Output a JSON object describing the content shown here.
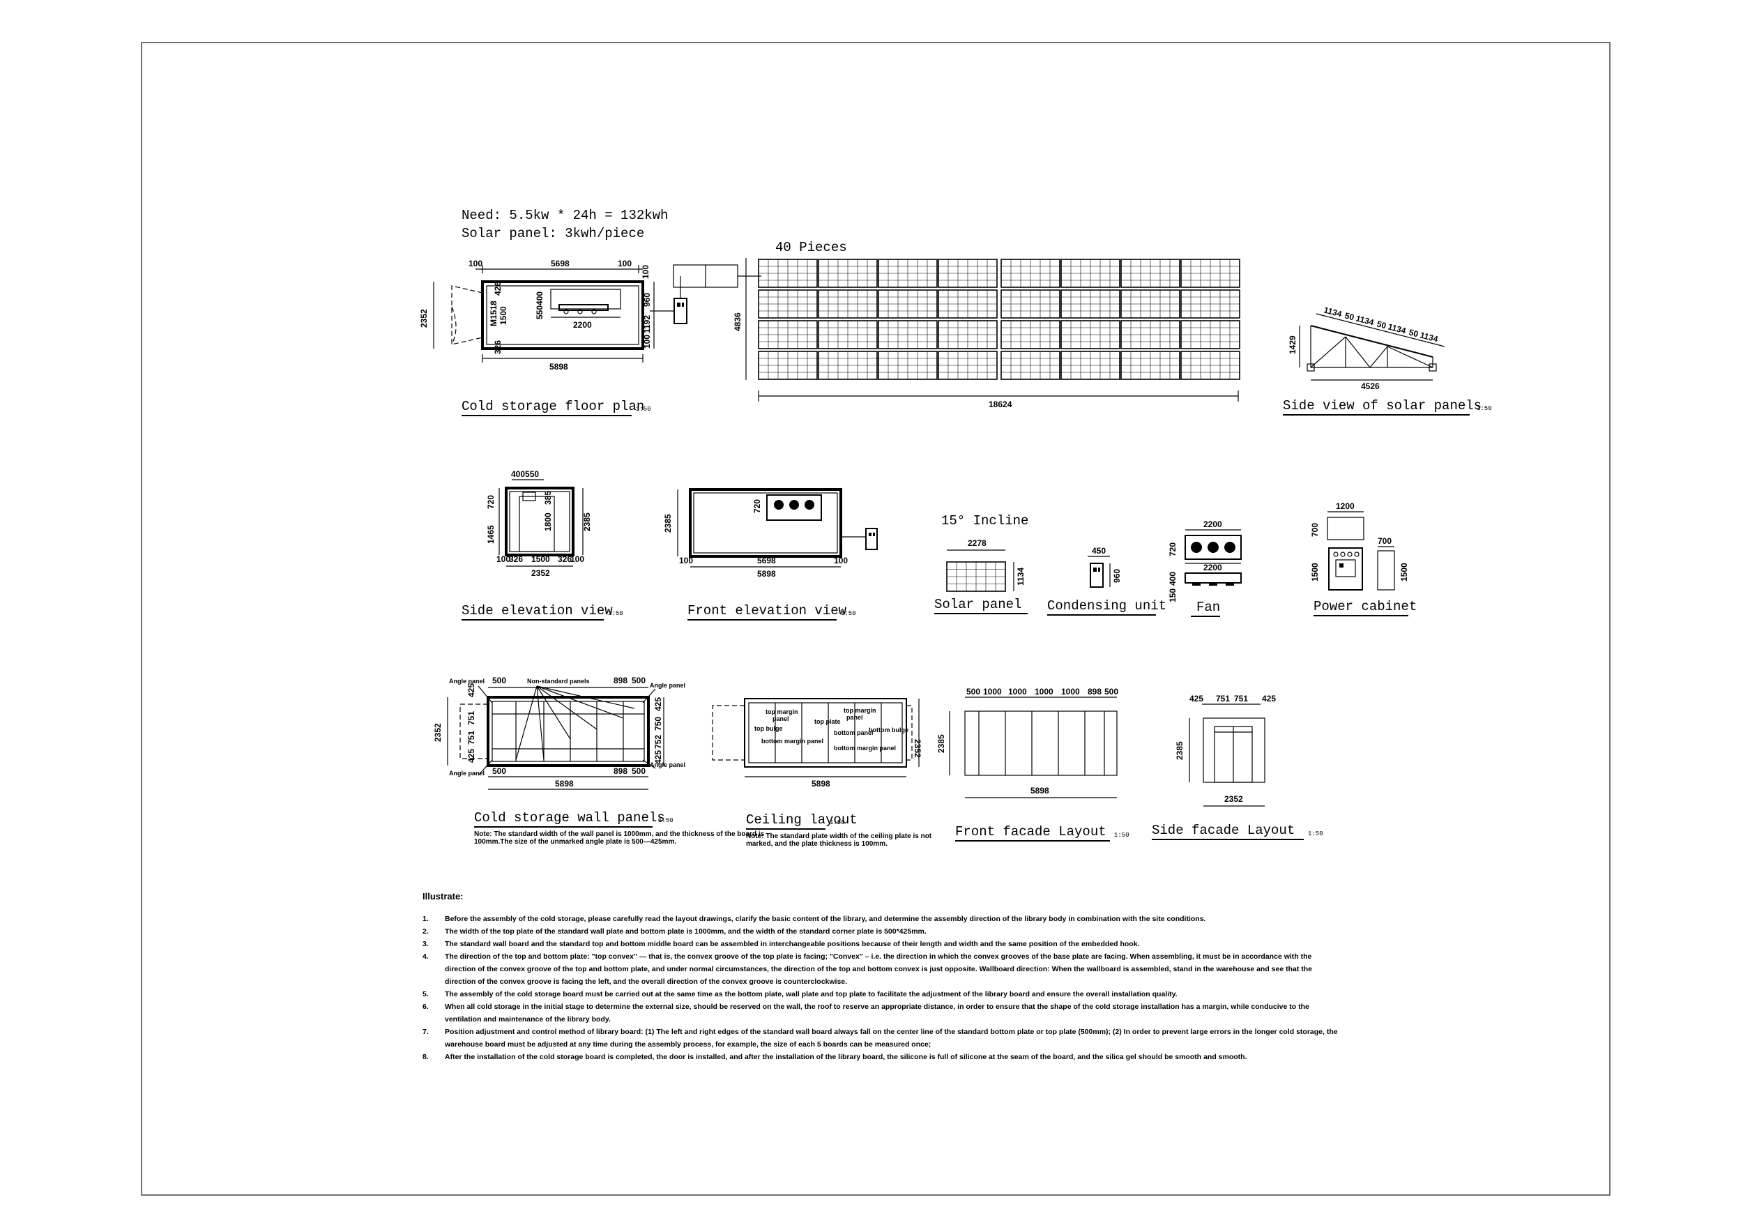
{
  "needs": {
    "line1": "Need: 5.5kw * 24h = 132kwh",
    "line2": "Solar panel: 3kwh/piece"
  },
  "pieces_label": "40 Pieces",
  "incline_label": "15° Incline",
  "scale": "1:50",
  "titles": {
    "floor_plan": "Cold storage floor plan",
    "side_solar": "Side view of solar panels",
    "side_elev": "Side elevation view",
    "front_elev": "Front elevation view",
    "solar_panel": "Solar panel",
    "condensing": "Condensing unit",
    "fan": "Fan",
    "power_cabinet": "Power cabinet",
    "wall_panels": "Cold storage wall panels",
    "ceiling": "Ceiling layout",
    "front_facade": "Front facade Layout",
    "side_facade": "Side facade Layout"
  },
  "dims": {
    "fp_100a": "100",
    "fp_5698": "5698",
    "fp_100b": "100",
    "fp_100c": "100",
    "fp_2352": "2352",
    "fp_960": "960",
    "fp_1192": "1192",
    "fp_100d": "100",
    "fp_5898": "5898",
    "fp_2200": "2200",
    "fp_550": "550400",
    "fp_m1518": "M1518",
    "fp_1500": "1500",
    "fp_426": "426",
    "fp_326": "326",
    "sol_4836": "4836",
    "sol_18624": "18624",
    "sv_1134a": "1134",
    "sv_50a": "50",
    "sv_1134b": "1134",
    "sv_50b": "50",
    "sv_1134c": "1134",
    "sv_50c": "50",
    "sv_1134d": "1134",
    "sv_1429": "1429",
    "sv_4526": "4526",
    "se_400550": "400550",
    "se_720": "720",
    "se_1465": "1465",
    "se_1800": "1800",
    "se_2385": "2385",
    "se_100a": "100",
    "se_326a": "326",
    "se_1500": "1500",
    "se_326b": "326",
    "se_100b": "100",
    "se_2352": "2352",
    "se_385": "385",
    "fe_2385": "2385",
    "fe_720": "720",
    "fe_100a": "100",
    "fe_5698": "5698",
    "fe_100b": "100",
    "fe_5898": "5898",
    "sp_2278": "2278",
    "sp_1134": "1134",
    "cu_450": "450",
    "cu_960": "960",
    "fan_2200a": "2200",
    "fan_720": "720",
    "fan_2200b": "2200",
    "fan_400": "400",
    "fan_150": "150",
    "pc_1200": "1200",
    "pc_700a": "700",
    "pc_700b": "700",
    "pc_1500a": "1500",
    "pc_1500b": "1500",
    "wp_500a": "500",
    "wp_898a": "898",
    "wp_500b": "500",
    "wp_425a": "425",
    "wp_750": "750",
    "wp_752": "752",
    "wp_425b": "425",
    "wp_2352": "2352",
    "wp_751a": "751",
    "wp_751b": "751",
    "wp_425c": "425",
    "wp_425d": "425",
    "wp_500c": "500",
    "wp_898b": "898",
    "wp_500d": "500",
    "wp_5898": "5898",
    "cl_5898": "5898",
    "cl_2352": "2352",
    "ff_500a": "500",
    "ff_1000a": "1000",
    "ff_1000b": "1000",
    "ff_1000c": "1000",
    "ff_1000d": "1000",
    "ff_898": "898",
    "ff_500b": "500",
    "ff_2385": "2385",
    "ff_5898": "5898",
    "sf_425a": "425",
    "sf_751a": "751",
    "sf_751b": "751",
    "sf_425b": "425",
    "sf_2385": "2385",
    "sf_2352": "2352"
  },
  "wall_labels": {
    "angle_tl": "Angle panel",
    "nonstd": "Non-standard panels",
    "angle_tr": "Angle panel",
    "angle_bl": "Angle panel",
    "angle_br": "Angle panel"
  },
  "ceiling_labels": {
    "top_margin_1": "top margin panel",
    "top_bulge": "top bulge",
    "top_plate": "top plate",
    "top_margin_2": "top margin panel",
    "bottom_panel": "bottom panel",
    "bottom_bulge": "bottom bulge",
    "bottom_margin_1": "bottom margin panel",
    "bottom_margin_2": "bottom margin panel"
  },
  "notes": {
    "wall": "Note: The standard width of the wall panel is 1000mm, and the thickness of the board is 100mm.The size of the unmarked angle plate is 500—425mm.",
    "ceiling": "Note: The standard plate width of the ceiling plate is not marked, and the plate thickness is 100mm."
  },
  "illustrate": {
    "heading": "Illustrate:",
    "items": [
      {
        "num": "1.",
        "text": "Before the assembly of the cold storage, please carefully read the layout drawings, clarify the basic content of the library, and determine the assembly direction of the library body in combination with the site conditions."
      },
      {
        "num": "2.",
        "text": "The width of the top plate of the standard wall plate and bottom plate is 1000mm, and the width of the standard corner plate is 500*425mm."
      },
      {
        "num": "3.",
        "text": "The standard wall board and the standard top and bottom middle board can be assembled in interchangeable positions because of their length and width and the same position of the embedded hook."
      },
      {
        "num": "4.",
        "text": "The direction of the top and bottom plate: \"top convex\" — that is, the convex groove of the top plate is facing; \"Convex\" – i.e. the direction in which the convex grooves of the base plate are facing. When assembling, it must be in accordance with the direction of the convex groove of the top and bottom plate, and under normal circumstances, the direction of the top and bottom convex is just opposite. Wallboard direction: When the wallboard is assembled, stand in the warehouse and see that the direction of the convex groove is facing the left, and the overall direction of the convex groove is counterclockwise."
      },
      {
        "num": "5.",
        "text": "The assembly of the cold storage board must be carried out at the same time as the bottom plate, wall plate and top plate to facilitate the adjustment of the library board and ensure the overall installation quality."
      },
      {
        "num": "6.",
        "text": "When all cold storage in the initial stage to determine the external size, should be reserved on the wall, the roof to reserve an appropriate distance, in order to ensure that the shape of the cold storage installation has a margin, while conducive to the ventilation and maintenance of the library body."
      },
      {
        "num": "7.",
        "text": "Position adjustment and control method of library board: (1) The left and right edges of the standard wall board always fall on the center line of the standard bottom plate or top plate (500mm); (2) In order to prevent large errors in the longer cold storage, the warehouse board must be adjusted at any time during the assembly process, for example, the size of each 5 boards can be measured once;"
      },
      {
        "num": "8.",
        "text": "After the installation of the cold storage board is completed, the door is installed, and after the installation of the library board, the silicone is full of silicone at the seam of the board, and the silica gel should be smooth and smooth."
      }
    ]
  }
}
